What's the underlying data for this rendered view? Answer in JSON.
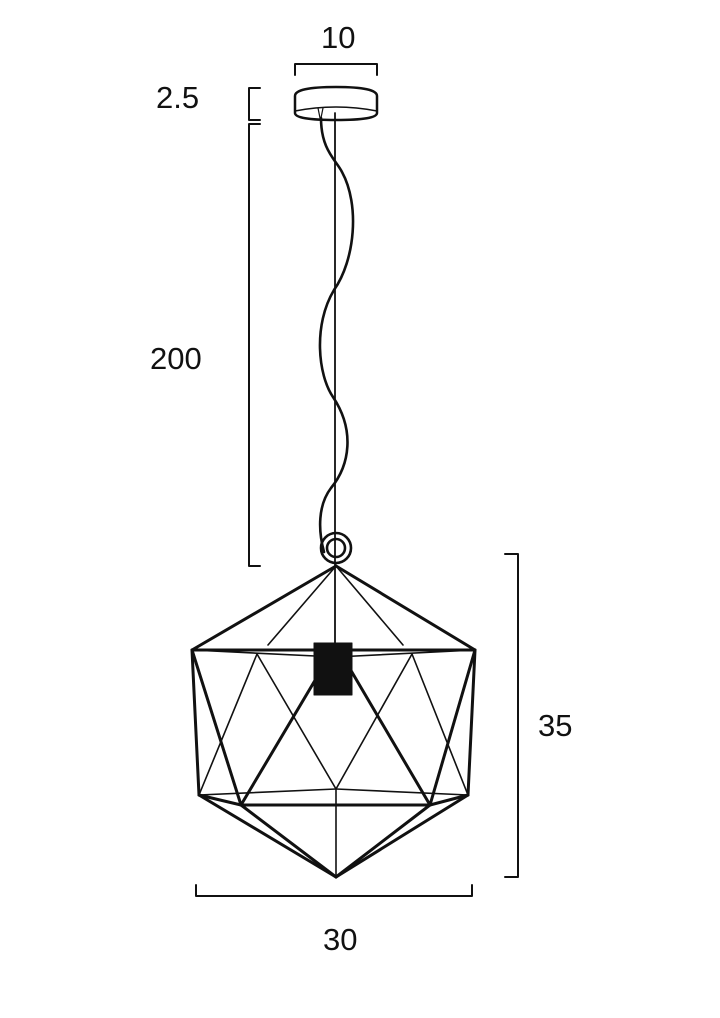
{
  "diagram": {
    "title": "Pendant light dimension drawing",
    "stroke_color": "#111111",
    "background": "#ffffff",
    "dimensions": {
      "canopy_width": "10",
      "canopy_height": "2.5",
      "drop_length": "200",
      "shade_height": "35",
      "shade_width": "30"
    },
    "components": [
      "canopy",
      "suspension-rod",
      "coiled-cable",
      "hanging-ring",
      "geometric-wire-shade",
      "lamp-socket"
    ]
  }
}
